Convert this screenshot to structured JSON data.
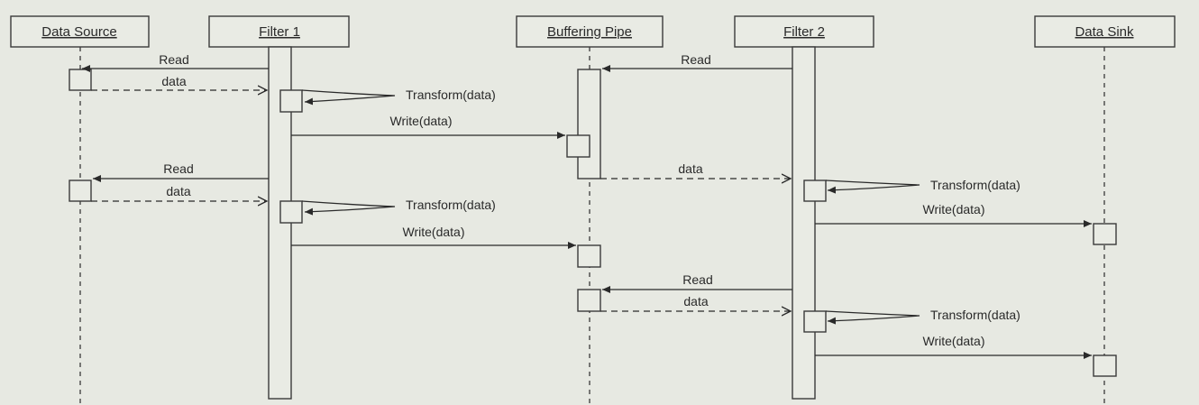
{
  "objects": {
    "data_source": "Data Source",
    "filter_1": "Filter 1",
    "buffering_pipe": "Buffering Pipe",
    "filter_2": "Filter 2",
    "data_sink": "Data Sink"
  },
  "messages": {
    "f1_read_1": "Read",
    "f1_data_1": "data",
    "f1_transform_1": "Transform(data)",
    "f1_write_1": "Write(data)",
    "f1_read_2": "Read",
    "f1_data_2": "data",
    "f1_transform_2": "Transform(data)",
    "f1_write_2": "Write(data)",
    "f2_read_1": "Read",
    "f2_data_1": "data",
    "f2_transform_1": "Transform(data)",
    "f2_write_1": "Write(data)",
    "f2_read_2": "Read",
    "f2_data_2": "data",
    "f2_transform_2": "Transform(data)",
    "f2_write_2": "Write(data)"
  }
}
